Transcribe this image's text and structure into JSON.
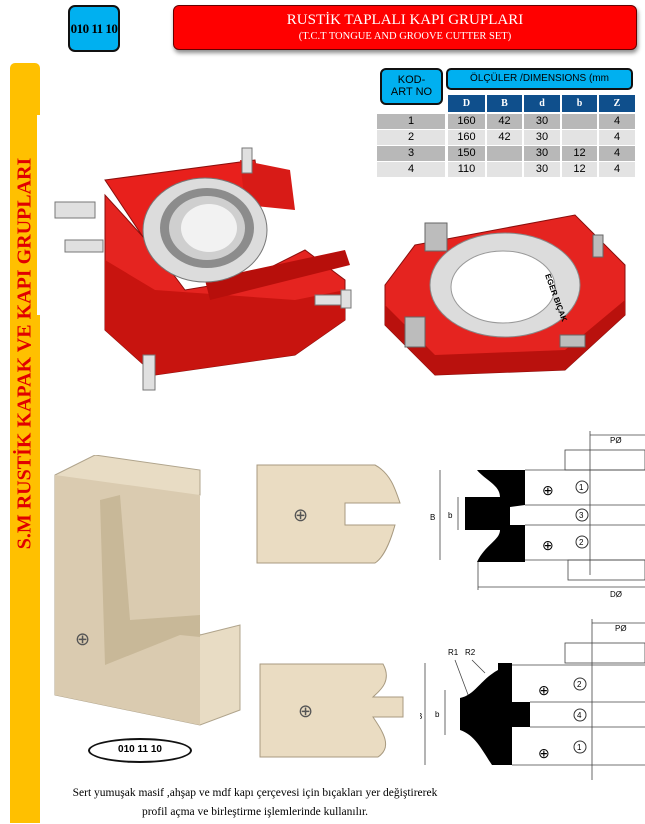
{
  "header": {
    "code": "010 11 10",
    "title": "RUSTİK TAPLALI KAPI GRUPLARI",
    "subtitle": "(T.C.T TONGUE AND GROOVE CUTTER SET)"
  },
  "sidebar": {
    "text": "S.M RUSTİK KAPAK VE KAPI GRUPLARI"
  },
  "table": {
    "kod_label": "KOD-",
    "art_label": "ART NO",
    "dimensions_label": "ÖLÇÜLER /DIMENSIONS (mm",
    "columns": [
      "D",
      "B",
      "d",
      "b",
      "Z"
    ],
    "rows": [
      {
        "no": "1",
        "D": "160",
        "B": "42",
        "d": "30",
        "b": "",
        "Z": "4"
      },
      {
        "no": "2",
        "D": "160",
        "B": "42",
        "d": "30",
        "b": "",
        "Z": "4"
      },
      {
        "no": "3",
        "D": "150",
        "B": "",
        "d": "30",
        "b": "12",
        "Z": "4"
      },
      {
        "no": "4",
        "D": "110",
        "B": "",
        "d": "30",
        "b": "12",
        "Z": "4"
      }
    ]
  },
  "cutter_brand": "EGER BIÇAK",
  "diagram1": {
    "labels": {
      "P": "PØ",
      "D": "DØ",
      "B": "B",
      "b": "b"
    },
    "knives": [
      "1",
      "3",
      "2"
    ]
  },
  "diagram2": {
    "labels": {
      "P": "PØ",
      "B": "B",
      "b": "b",
      "R1": "R1",
      "R2": "R2"
    },
    "knives": [
      "2",
      "4",
      "1"
    ]
  },
  "oval_code": "010 11 10",
  "caption": {
    "line1": "Sert yumuşak masif ,ahşap ve mdf kapı çerçevesi için bıçakları yer değiştirerek",
    "line2": "profil açma  ve birleştirme işlemlerinde kullanılır."
  }
}
